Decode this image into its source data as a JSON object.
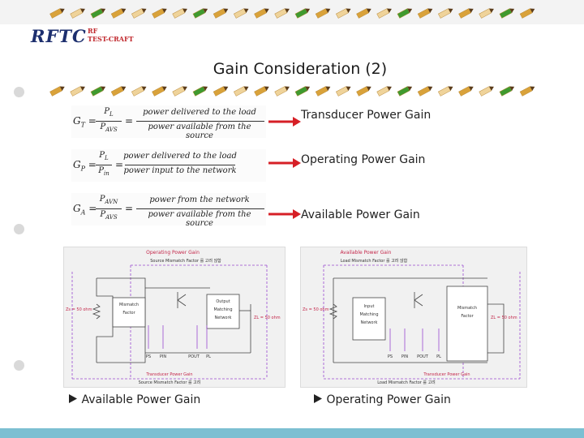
{
  "logo": {
    "main": "RFTC",
    "sub_line1": "RF",
    "sub_line2": "TEST-CRAFT"
  },
  "slide": {
    "title": "Gain Consideration (2)"
  },
  "formulas": [
    {
      "lhs": "G",
      "lhs_sub": "T",
      "num": "P",
      "num_sub": "L",
      "den": "P",
      "den_sub": "AVS",
      "desc_num": "power delivered to the load",
      "desc_den": "power available from the source",
      "label": "Transducer Power Gain"
    },
    {
      "lhs": "G",
      "lhs_sub": "P",
      "num": "P",
      "num_sub": "L",
      "den": "P",
      "den_sub": "in",
      "desc_num": "power delivered to the load",
      "desc_den": "power input to the network",
      "label": "Operating Power Gain"
    },
    {
      "lhs": "G",
      "lhs_sub": "A",
      "num": "P",
      "num_sub": "AVN",
      "den": "P",
      "den_sub": "AVS",
      "desc_num": "power from the network",
      "desc_den": "power available from the source",
      "label": "Available Power Gain"
    }
  ],
  "diagrams": {
    "left": {
      "title": "Operating Power Gain",
      "top_note": "Source Mismatch Factor 를 고려 않함",
      "block1_line1": "Mismatch",
      "block1_line2": "Factor",
      "block2_line1": "Output",
      "block2_line2": "Matching",
      "block2_line3": "Network",
      "zs": "Zs = 50 ohm",
      "zl": "ZL = 50 ohm",
      "taps": [
        "PS",
        "PIN",
        "POUT",
        "PL"
      ],
      "bottom_title": "Transducer Power Gain",
      "bottom_note": "Source Mismatch Factor 를 고려"
    },
    "right": {
      "title": "Available Power Gain",
      "top_note": "Load Mismatch Factor 를 고려 않함",
      "block1_line1": "Input",
      "block1_line2": "Matching",
      "block1_line3": "Network",
      "block2_line1": "Mismatch",
      "block2_line2": "Factor",
      "zs": "Zs = 50 ohm",
      "zl": "ZL = 50 ohm",
      "taps": [
        "PS",
        "PIN",
        "POUT",
        "PL"
      ],
      "bottom_title": "Transducer Power Gain",
      "bottom_note": "Load Mismatch Factor 를 고려"
    }
  },
  "bottom_labels": {
    "left": "Available Power Gain",
    "right": "Operating Power Gain"
  },
  "icons": {
    "arrow": "right-arrow-icon",
    "bullet": "triangle-bullet-icon",
    "pencil": "pencil-icon",
    "dot": "bullet-dot-icon"
  },
  "colors": {
    "arrow": "#d61f26",
    "accent_bar": "#7cbfd2",
    "pencil_green": "#3f9a2f",
    "pencil_gold": "#d9a23a",
    "pencil_cream": "#efd39a",
    "diagram_title": "#c4274a"
  }
}
